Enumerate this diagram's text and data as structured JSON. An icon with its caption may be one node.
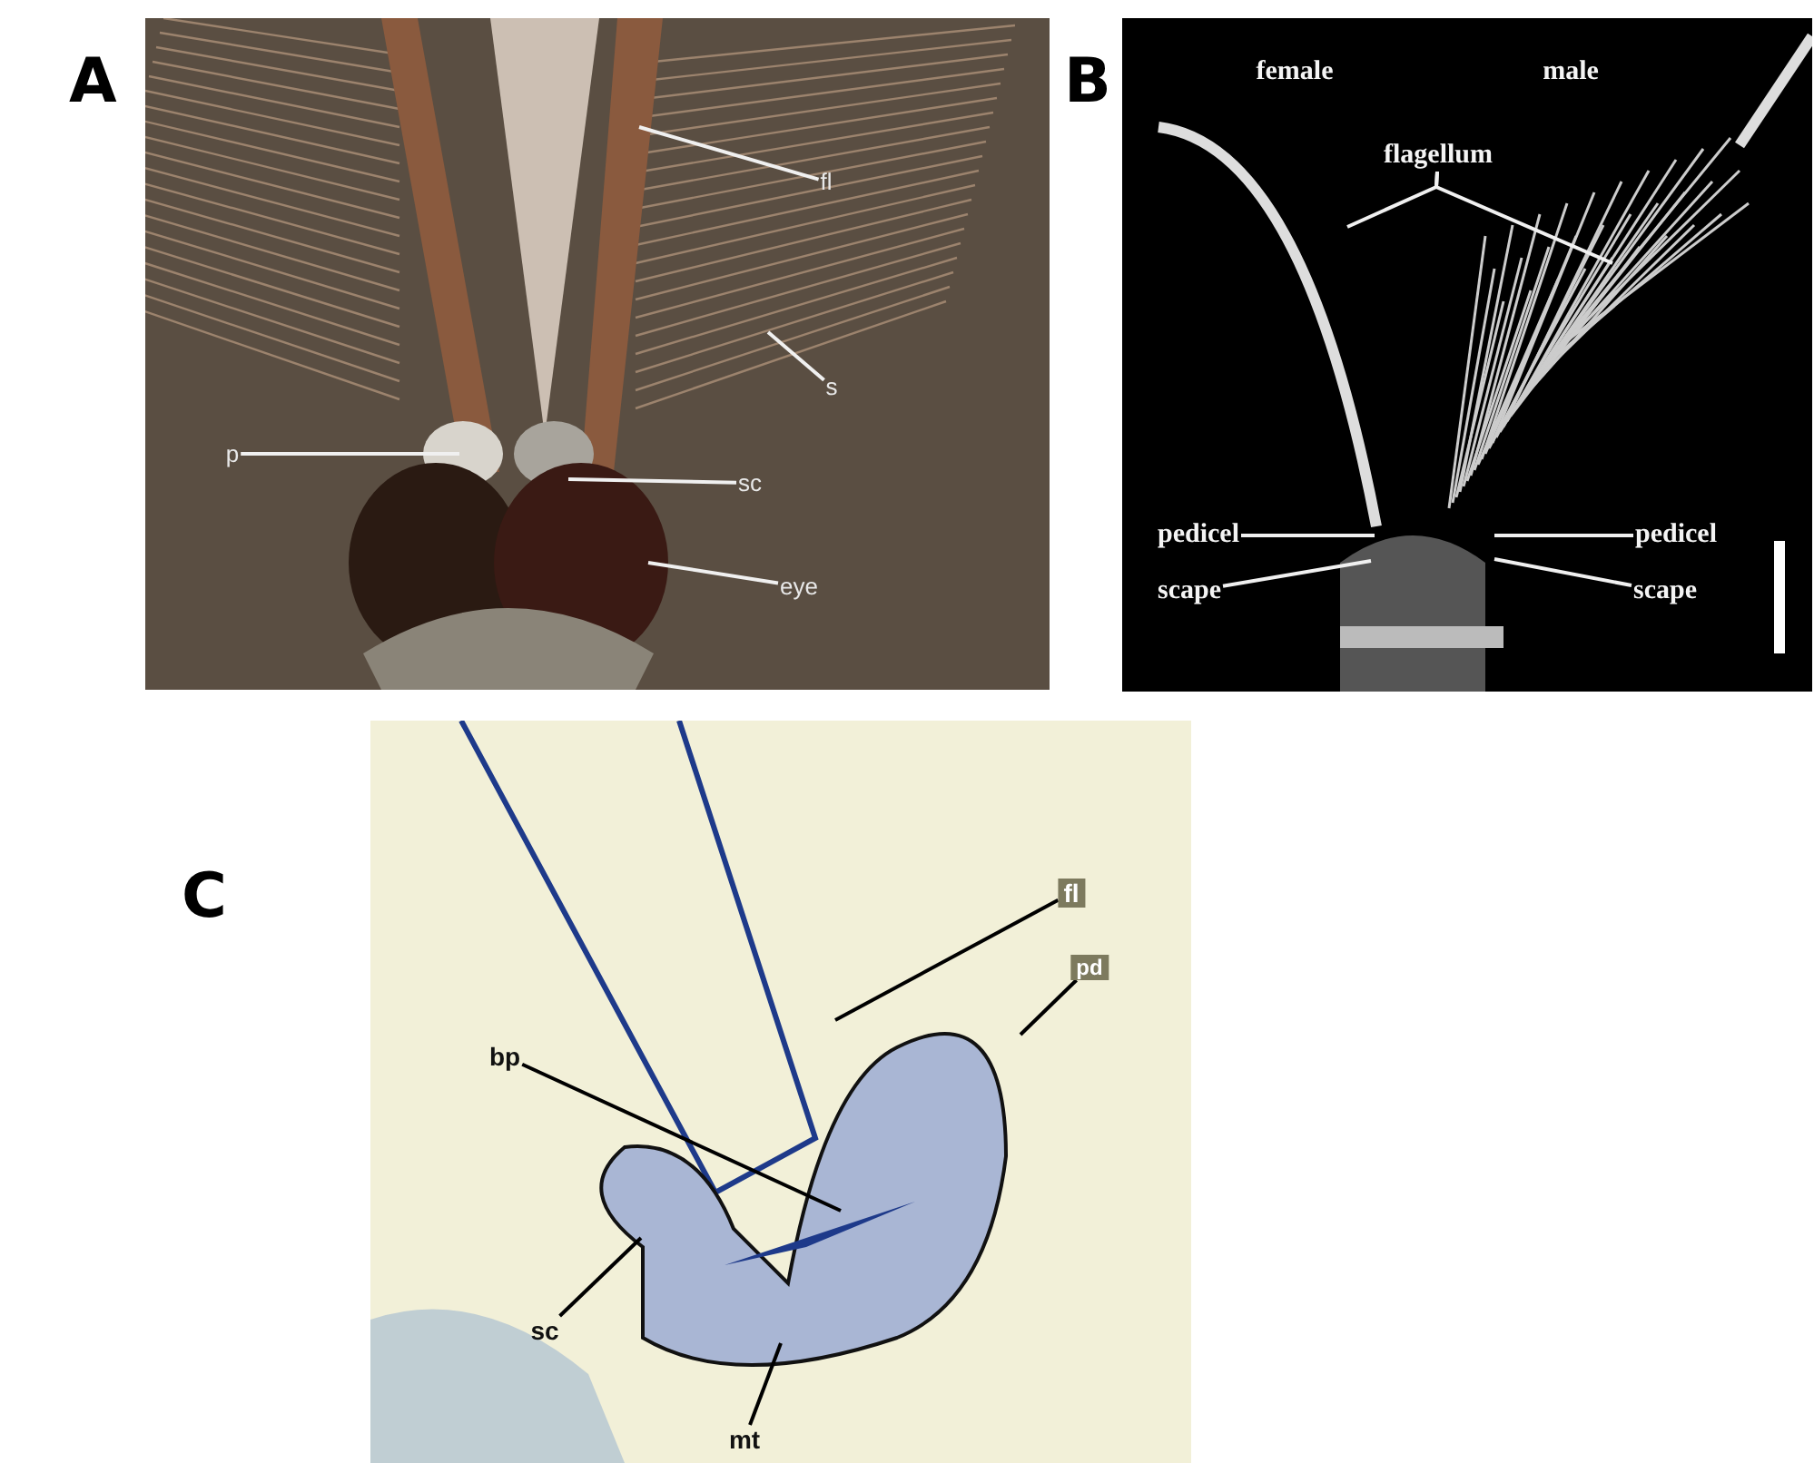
{
  "diagram": {
    "nodes": [
      {
        "text": [
          "fl"
        ]
      },
      {
        "text": [
          "s"
        ]
      },
      {
        "text": [
          "p"
        ]
      },
      {
        "text": [
          "sc"
        ]
      },
      {
        "text": [
          "eye"
        ]
      },
      {
        "text": [
          "flagellum"
        ]
      },
      {
        "text": [
          "pedicel"
        ]
      },
      {
        "text": [
          "scape"
        ]
      },
      {
        "text": [
          "pedicel"
        ]
      },
      {
        "text": [
          "scape"
        ]
      },
      {
        "text": [
          "fl"
        ]
      },
      {
        "text": [
          "pd"
        ]
      },
      {
        "text": [
          "bp"
        ]
      },
      {
        "text": [
          "sc"
        ]
      },
      {
        "text": [
          "mt"
        ]
      }
    ],
    "edges": [
      {
        "from": 0,
        "to": null,
        "arrow": "none"
      },
      {
        "from": 1,
        "to": null,
        "arrow": "none"
      },
      {
        "from": 2,
        "to": null,
        "arrow": "none"
      },
      {
        "from": 3,
        "to": null,
        "arrow": "none"
      },
      {
        "from": 4,
        "to": null,
        "arrow": "none"
      },
      {
        "from": 5,
        "to": null,
        "arrow": "none"
      },
      {
        "from": 5,
        "to": null,
        "arrow": "none"
      },
      {
        "from": 6,
        "to": null,
        "arrow": "none"
      },
      {
        "from": 7,
        "to": null,
        "arrow": "none"
      },
      {
        "from": 8,
        "to": null,
        "arrow": "none"
      },
      {
        "from": 9,
        "to": null,
        "arrow": "none"
      },
      {
        "from": 10,
        "to": null,
        "arrow": "none",
        "color": "#000000"
      },
      {
        "from": 11,
        "to": null,
        "arrow": "none",
        "color": "#000000"
      },
      {
        "from": 12,
        "to": null,
        "arrow": "none",
        "color": "#000000"
      },
      {
        "from": 13,
        "to": null,
        "arrow": "none",
        "color": "#000000"
      },
      {
        "from": 14,
        "to": null,
        "arrow": "none",
        "color": "#000000"
      }
    ],
    "labels": [
      "A",
      "B",
      "female",
      "male",
      "C"
    ]
  }
}
